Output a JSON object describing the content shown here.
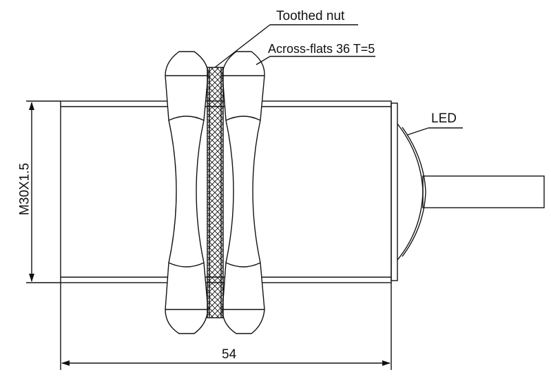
{
  "labels": {
    "toothed_nut": "Toothed nut",
    "across_flats": "Across-flats 36 T=5",
    "led": "LED",
    "thread": "M30X1.5",
    "overall_length": "54"
  },
  "colors": {
    "line": "#111111",
    "background": "#ffffff"
  }
}
